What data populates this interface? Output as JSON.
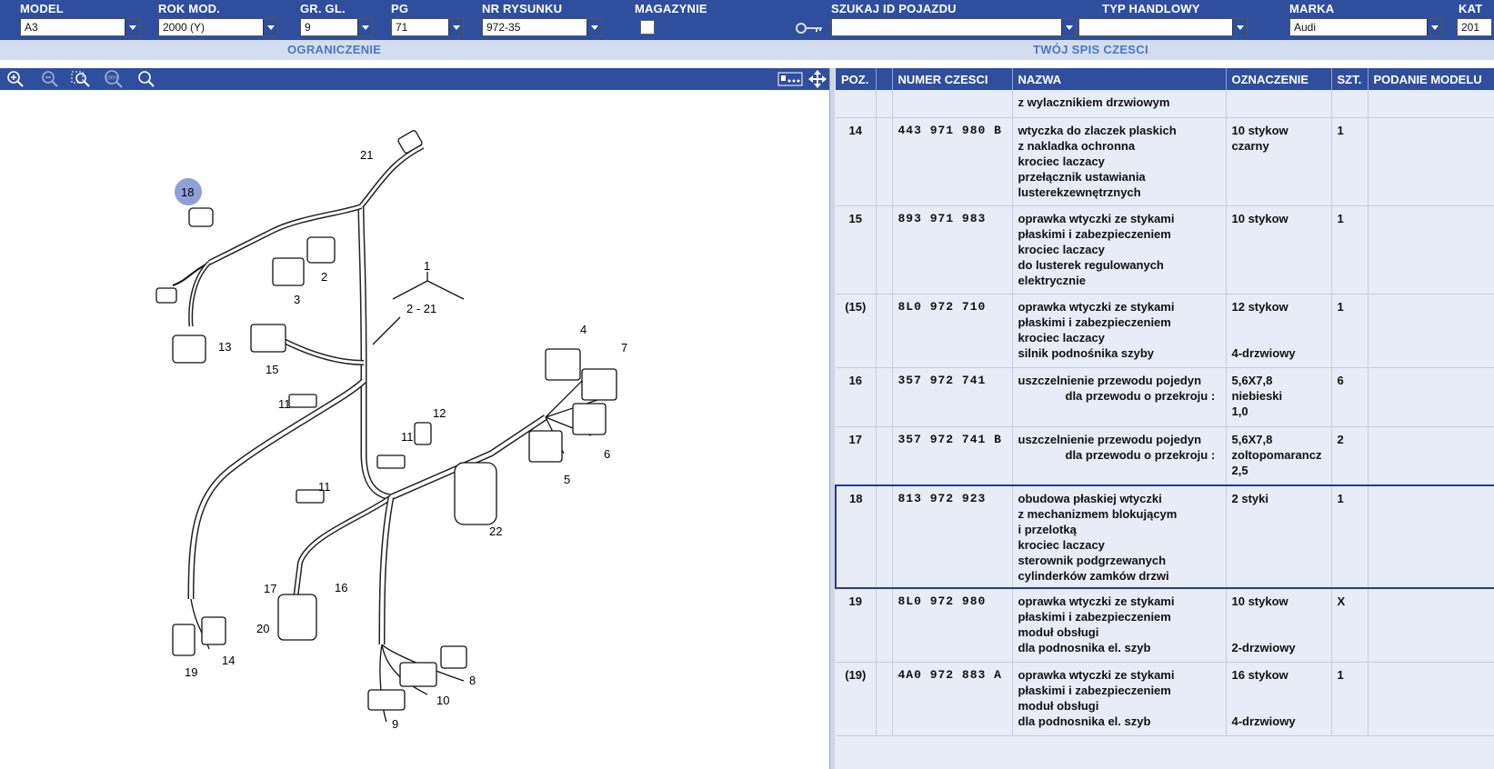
{
  "filters": {
    "model": {
      "label": "MODEL",
      "value": "A3"
    },
    "year": {
      "label": "ROK MOD.",
      "value": "2000 (Y)"
    },
    "main_group": {
      "label": "GR. GL.",
      "value": "9"
    },
    "sub_group": {
      "label": "PG",
      "value": "71"
    },
    "drawing_no": {
      "label": "NR RYSUNKU",
      "value": "972-35"
    },
    "stock": {
      "label": "MAGAZYNIE"
    },
    "vehicle_id": {
      "label": "SZUKAJ ID POJAZDU",
      "value": ""
    },
    "trade_type": {
      "label": "TYP HANDLOWY",
      "value": ""
    },
    "brand": {
      "label": "MARKA",
      "value": "Audi"
    },
    "catalog": {
      "label": "KAT",
      "value": "201"
    }
  },
  "sections": {
    "left": "OGRANICZENIE",
    "right": "TWÓJ SPIS CZESCI"
  },
  "toolbar": {
    "zoom_100_label": "100%"
  },
  "table": {
    "headers": [
      "POZ.",
      "",
      "NUMER CZESCI",
      "NAZWA",
      "OZNACZENIE",
      "SZT.",
      "PODANIE MODELU"
    ],
    "rows": [
      {
        "poz": "",
        "num": "",
        "name": [
          "z wylacznikiem drzwiowym"
        ],
        "mark": [],
        "qty": "",
        "model": ""
      },
      {
        "poz": "14",
        "num": "443 971 980 B",
        "name": [
          "wtyczka do zlaczek plaskich",
          "z nakladka ochronna",
          "krociec laczacy",
          "przełącznik ustawiania",
          "lusterekzewnętrznych"
        ],
        "mark": [
          "10 stykow",
          "czarny"
        ],
        "qty": "1",
        "model": ""
      },
      {
        "poz": "15",
        "num": "893 971 983",
        "name": [
          "oprawka wtyczki ze stykami",
          "płaskimi i zabezpieczeniem",
          "krociec laczacy",
          "do lusterek regulowanych",
          "elektrycznie"
        ],
        "mark": [
          "10 stykow"
        ],
        "qty": "1",
        "model": ""
      },
      {
        "poz": "(15)",
        "num": "8L0 972 710",
        "name": [
          "oprawka wtyczki ze stykami",
          "płaskimi i zabezpieczeniem",
          "krociec laczacy",
          "silnik podnośnika szyby"
        ],
        "mark": [
          "12 stykow",
          "",
          "",
          "4-drzwiowy"
        ],
        "qty": "1",
        "model": ""
      },
      {
        "poz": "16",
        "num": "357 972 741",
        "name": [
          "uszczelnienie przewodu pojedyn",
          "dla przewodu o przekroju :"
        ],
        "mark": [
          "5,6X7,8",
          "niebieski",
          "1,0"
        ],
        "qty": "6",
        "model": ""
      },
      {
        "poz": "17",
        "num": "357 972 741 B",
        "name": [
          "uszczelnienie przewodu pojedyn",
          "dla przewodu o przekroju :"
        ],
        "mark": [
          "5,6X7,8",
          "zoltopomarancz",
          "2,5"
        ],
        "qty": "2",
        "model": ""
      },
      {
        "poz": "18",
        "num": "813 972 923",
        "name": [
          "obudowa płaskiej wtyczki",
          "z mechanizmem blokującym",
          "i przelotką",
          "krociec laczacy",
          "sterownik podgrzewanych",
          "cylinderków zamków drzwi"
        ],
        "mark": [
          "2 styki"
        ],
        "qty": "1",
        "model": "",
        "selected": true
      },
      {
        "poz": "19",
        "num": "8L0 972 980",
        "name": [
          "oprawka wtyczki ze stykami",
          "płaskimi i zabezpieczeniem",
          "moduł obsługi",
          "dla podnosnika el. szyb"
        ],
        "mark": [
          "10 stykow",
          "",
          "",
          "2-drzwiowy"
        ],
        "qty": "X",
        "model": ""
      },
      {
        "poz": "(19)",
        "num": "4A0 972 883 A",
        "name": [
          "oprawka wtyczki ze stykami",
          "płaskimi i zabezpieczeniem",
          "moduł obsługi",
          "dla podnosnika el. szyb"
        ],
        "mark": [
          "16 stykow",
          "",
          "",
          "4-drzwiowy"
        ],
        "qty": "1",
        "model": ""
      }
    ]
  },
  "drawing": {
    "callouts": [
      "21",
      "18",
      "2",
      "3",
      "1",
      "2 - 21",
      "13",
      "15",
      "4",
      "7",
      "11",
      "12",
      "11",
      "6",
      "11",
      "5",
      "22",
      "16",
      "17",
      "20",
      "14",
      "19",
      "8",
      "10",
      "9"
    ],
    "highlight_color": "#8fa0d8"
  },
  "colors": {
    "bar": "#2f4f9e",
    "table_bg": "#e8ecf6",
    "section_text": "#4a78c2"
  }
}
